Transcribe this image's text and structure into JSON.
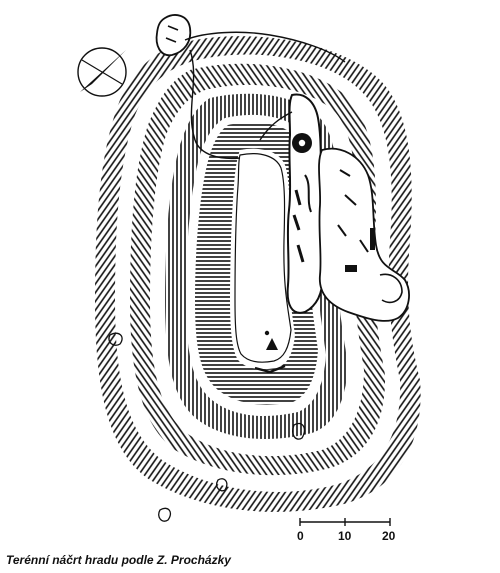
{
  "caption": "Terénní náčrt hradu podle Z. Procházky",
  "scale_bar": {
    "labels": [
      "0",
      "10",
      "20"
    ]
  },
  "colors": {
    "ink": "#111111",
    "paper": "#ffffff"
  },
  "icons": {
    "north_arrow": "north-arrow-icon",
    "well": "well-icon"
  }
}
